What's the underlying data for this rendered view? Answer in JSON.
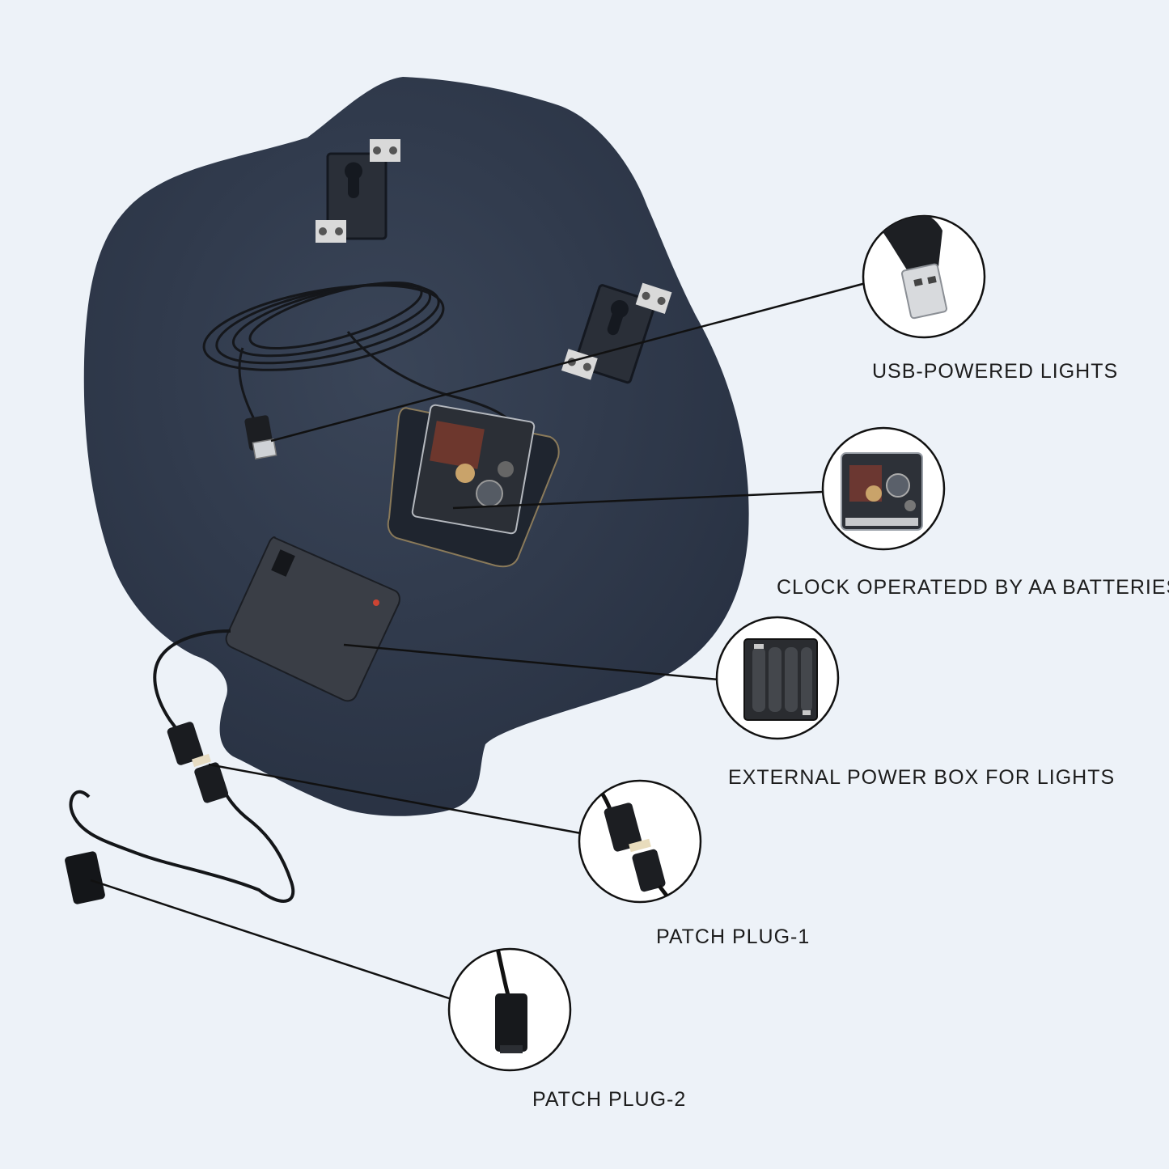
{
  "diagram": {
    "callouts": [
      {
        "id": "usb-lights",
        "label": "USB-POWERED LIGHTS",
        "icon": "usb-plug-icon"
      },
      {
        "id": "clock",
        "label": "CLOCK OPERATEDD BY AA BATTERIES",
        "icon": "clock-movement-icon"
      },
      {
        "id": "power-box",
        "label": "EXTERNAL POWER BOX FOR LIGHTS",
        "icon": "battery-holder-icon"
      },
      {
        "id": "patch-plug-1",
        "label": "PATCH PLUG-1",
        "icon": "connector-pair-icon"
      },
      {
        "id": "patch-plug-2",
        "label": "PATCH PLUG-2",
        "icon": "connector-plug-icon"
      }
    ],
    "colors": {
      "background": "#edf2f8",
      "board": "#323c4d",
      "line": "#111111",
      "circle_fill": "#ffffff"
    }
  }
}
